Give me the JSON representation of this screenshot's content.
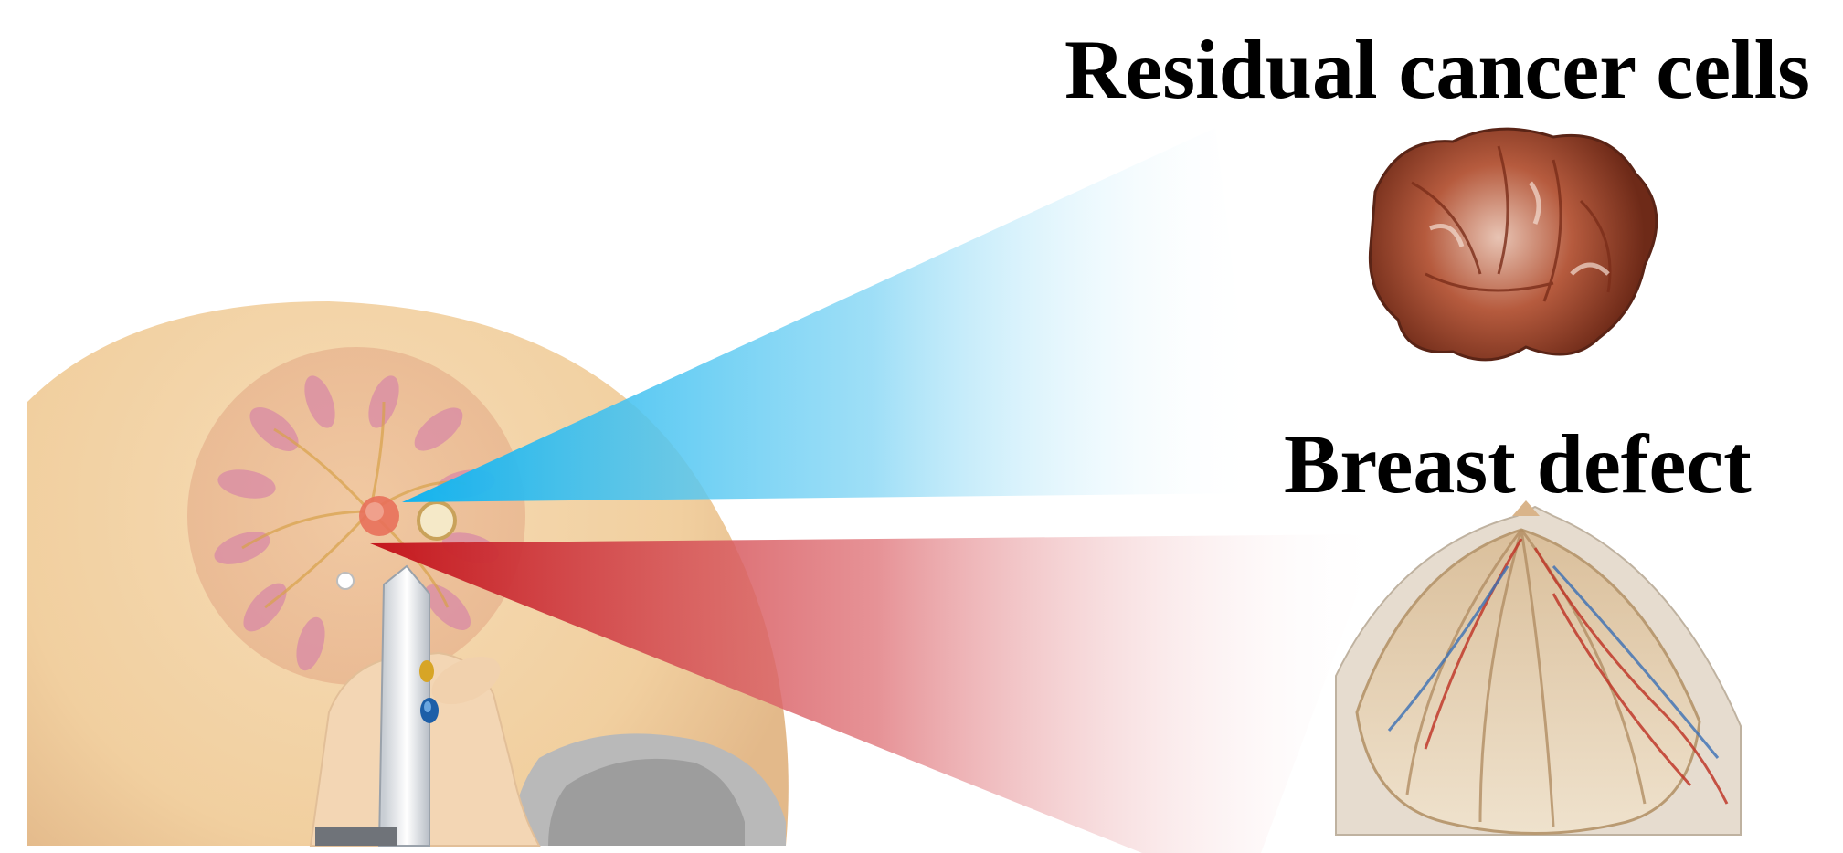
{
  "labels": {
    "residual": "Residual cancer cells",
    "defect": "Breast defect"
  },
  "colors": {
    "background": "#ffffff",
    "skin": "#f3d3a8",
    "skin_shadow": "#e4b98a",
    "glandular_pink": "#d98aa6",
    "beam_blue": "#12b3ee",
    "beam_red": "#c4161c",
    "tumor": "#b45a3c",
    "device": "#eef1f4",
    "device_button": "#1d5fa8"
  },
  "icons": {
    "surgical_device": "handheld-surgical-probe",
    "tumor_cluster": "residual-tumor-cluster",
    "breast_anatomy": "breast-anatomy-cutaway"
  }
}
